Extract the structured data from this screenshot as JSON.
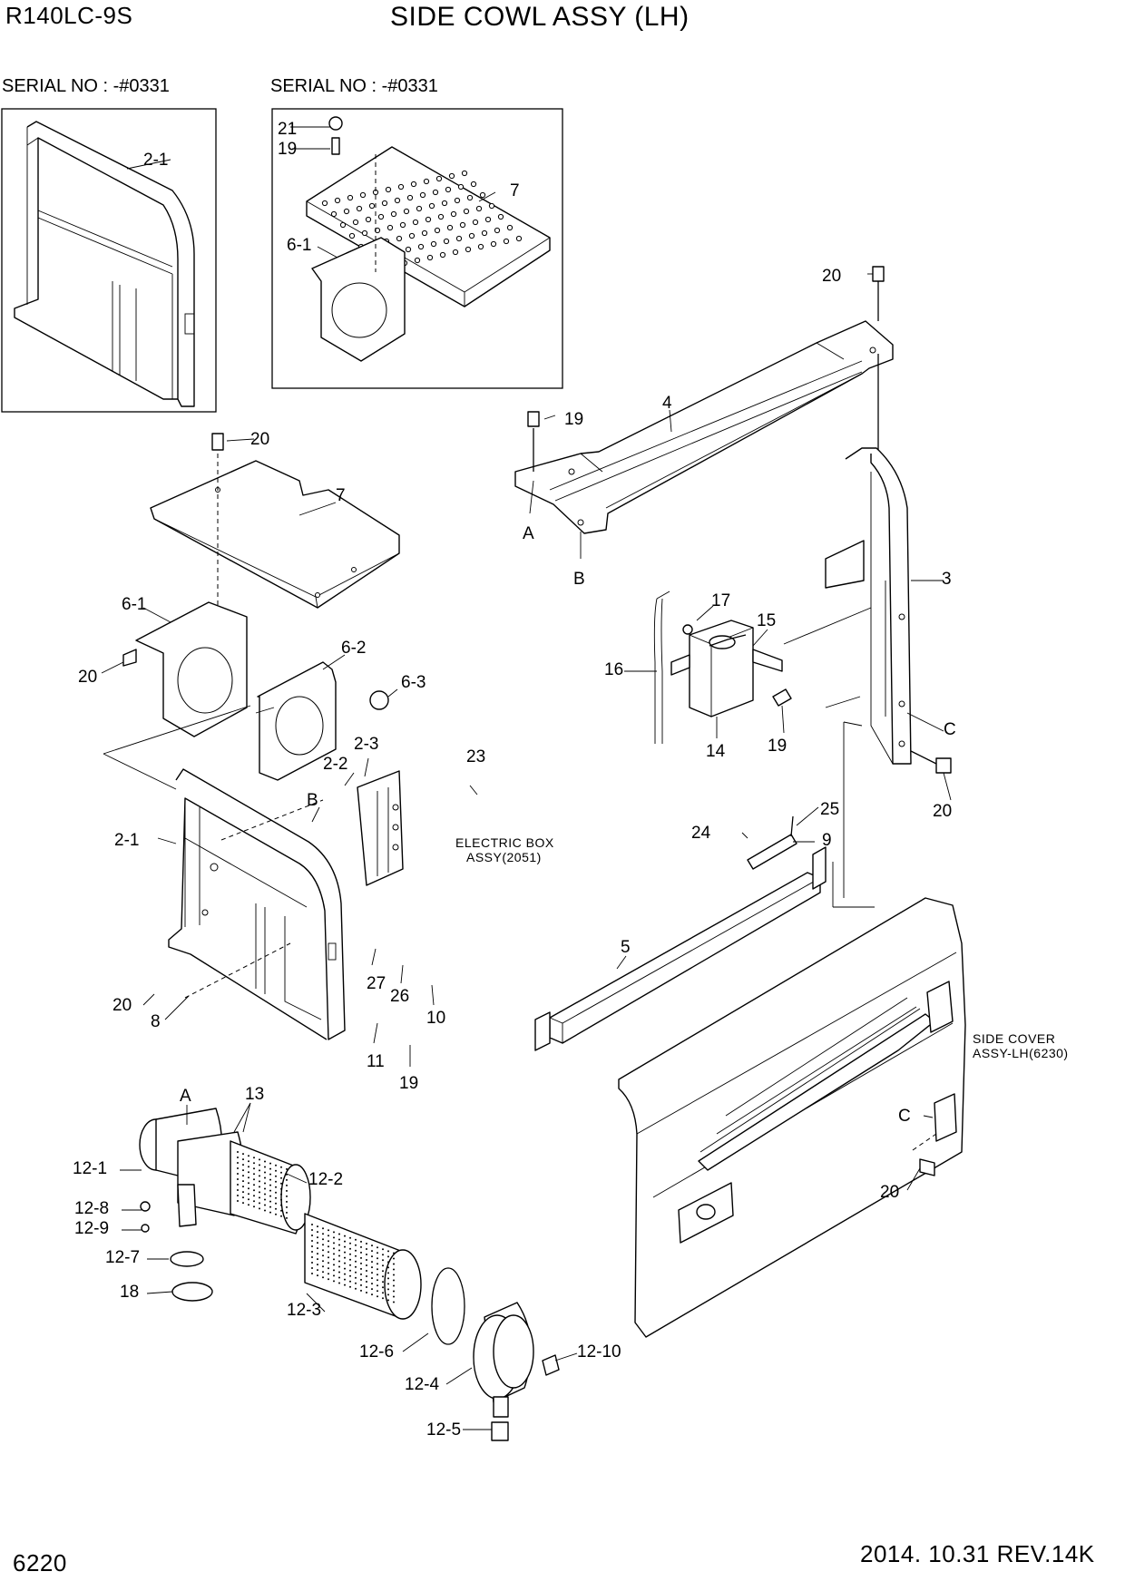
{
  "header": {
    "model": "R140LC-9S",
    "title": "SIDE COWL ASSY (LH)"
  },
  "footer": {
    "page": "6220",
    "revision": "2014. 10.31  REV.14K"
  },
  "insets": [
    {
      "serial": "SERIAL NO : -#0331"
    },
    {
      "serial": "SERIAL NO : -#0331"
    }
  ],
  "notes": {
    "electric_box": [
      "ELECTRIC BOX",
      "ASSY(2051)"
    ],
    "side_cover": [
      "SIDE COVER",
      "ASSY-LH(6230)"
    ]
  },
  "callouts": {
    "inset1_2_1": "2-1",
    "inset2_21": "21",
    "inset2_19": "19",
    "inset2_7": "7",
    "inset2_6_1": "6-1",
    "p20_top_right": "20",
    "p19_rail": "19",
    "p4": "4",
    "pA_rail": "A",
    "pB_rail": "B",
    "p20_plate": "20",
    "p7": "7",
    "p6_1": "6-1",
    "p20_left": "20",
    "p6_2": "6-2",
    "p6_3": "6-3",
    "p3": "3",
    "p17": "17",
    "p15": "15",
    "p16": "16",
    "p14": "14",
    "p19_tank": "19",
    "pC_bracket": "C",
    "p20_bracket": "20",
    "p2_2": "2-2",
    "p2_3": "2-3",
    "p23": "23",
    "pB_panel": "B",
    "p2_1": "2-1",
    "p25": "25",
    "p24": "24",
    "p9": "9",
    "p27": "27",
    "p26": "26",
    "p10": "10",
    "p20_lower_left": "20",
    "p8": "8",
    "p11": "11",
    "p19_lower": "19",
    "p5": "5",
    "pA_filter": "A",
    "p13": "13",
    "p12_1": "12-1",
    "p12_2": "12-2",
    "p12_8": "12-8",
    "p12_9": "12-9",
    "p12_7": "12-7",
    "p18": "18",
    "p12_3": "12-3",
    "p12_6": "12-6",
    "p12_4": "12-4",
    "p12_10": "12-10",
    "p12_5": "12-5",
    "pC_cover": "C",
    "p20_cover": "20"
  }
}
